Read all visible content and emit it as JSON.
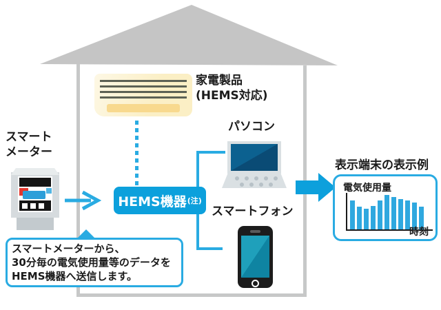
{
  "labels": {
    "smart_meter": "スマート\nメーター",
    "appliance": "家電製品\n(HEMS対応)",
    "pc": "パソコン",
    "smartphone": "スマートフォン"
  },
  "hems": {
    "label": "HEMS機器",
    "note": "(注)"
  },
  "bubble": {
    "text": "スマートメーターから、\n30分毎の電気使用量等のデータを\nHEMS機器へ送信します。"
  },
  "panel": {
    "title": "表示端末の表示例"
  },
  "chart_data": {
    "type": "bar",
    "title": "",
    "ylabel": "電気使用量",
    "xlabel": "時刻",
    "categories": [],
    "values": [
      84,
      66,
      60,
      68,
      84,
      100,
      93,
      87,
      84,
      78,
      66
    ],
    "ylim": [
      0,
      100
    ],
    "grid": false,
    "legend": "none"
  },
  "icons": {
    "air_conditioner": "air-conditioner-icon",
    "smart_meter": "smart-meter-icon",
    "laptop": "laptop-icon",
    "smartphone": "smartphone-icon",
    "house": "house-icon"
  },
  "colors": {
    "accent_blue": "#29ABE2",
    "hems_box_blue": "#0CA0DC",
    "bar_blue": "#2FA8DF",
    "roof_gray": "#C5C5C5",
    "ac_body": "#FBEFC5",
    "laptop_screen": "#0C6190",
    "phone_screen": "#1FA0BB"
  }
}
